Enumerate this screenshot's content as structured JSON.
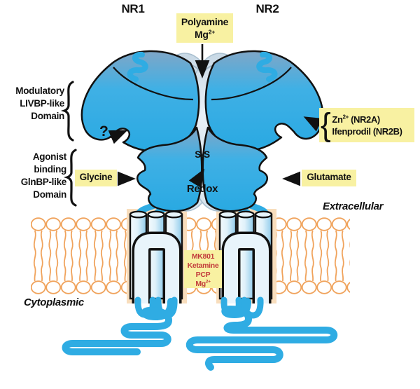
{
  "figure": {
    "subunit_left": "NR1",
    "subunit_right": "NR2",
    "compartment_outside": "Extracellular",
    "compartment_inside": "Cytoplasmic"
  },
  "domains": {
    "modulatory": [
      "Modulatory",
      "LIVBP-like",
      "Domain"
    ],
    "agonist": [
      "Agonist",
      "binding",
      "GlnBP-like",
      "Domain"
    ]
  },
  "sites": {
    "polyamine": {
      "line1": "Polyamine",
      "ion": "Mg",
      "ion_sup": "2+"
    },
    "unknown": "?",
    "glycine": "Glycine",
    "glutamate": "Glutamate",
    "zinc": {
      "brace": "{",
      "ion": "Zn",
      "ion_sup": "2+",
      "subunit": "(NR2A)",
      "line2": "Ifenprodil",
      "line2_subunit": "(NR2B)"
    },
    "disulfide": "S-S",
    "redox": "Redox",
    "channel_blockers": {
      "line1": "MK801",
      "line2": "Ketamine",
      "line3": "PCP",
      "ion": "Mg",
      "ion_sup": "2+"
    }
  },
  "colors": {
    "receptor_blue": "#2FACE3",
    "dome_pale": "#DCE8F1",
    "label_yellow": "#F8F1A2",
    "membrane_orange": "#F0A35C",
    "channel_tan": "#F8DDBC",
    "blocker_text_red": "#C23B3B",
    "outline_black": "#111111"
  }
}
